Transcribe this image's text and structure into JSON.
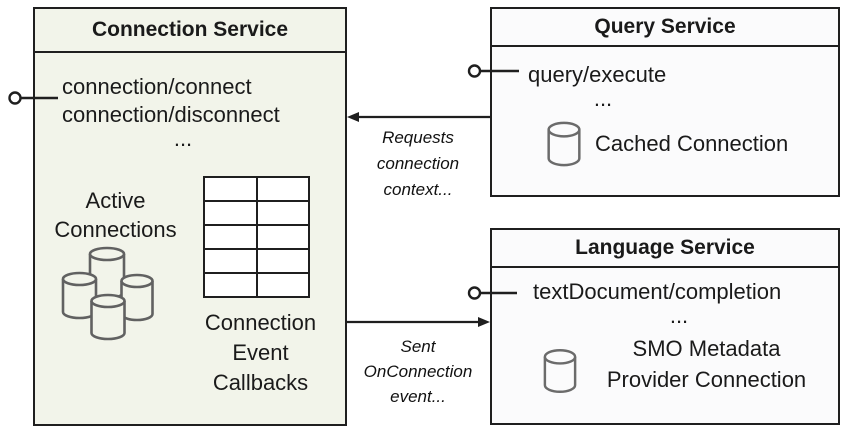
{
  "connection_service": {
    "title": "Connection Service",
    "method_1": "connection/connect",
    "method_2": "connection/disconnect",
    "ellipsis": "...",
    "active_connections_label": "Active Connections",
    "callbacks_label": "Connection Event Callbacks"
  },
  "query_service": {
    "title": "Query Service",
    "method_1": "query/execute",
    "ellipsis": "...",
    "connection_label": "Cached Connection"
  },
  "language_service": {
    "title": "Language Service",
    "method_1": "textDocument/completion",
    "ellipsis": "...",
    "connection_label": "SMO Metadata Provider Connection"
  },
  "connectors": {
    "requests_arrow_label": "Requests connection context...",
    "sent_arrow_label": "Sent OnConnection event..."
  },
  "icons": {
    "active_connections": "database-cluster-icon",
    "cached_connection": "database-icon",
    "metadata_connection": "database-icon",
    "interface_port": "lollipop-connector-icon",
    "callbacks": "table-grid-icon"
  },
  "colors": {
    "connection_service_bg": "#f2f4ea",
    "service_bg": "#fbfbfc",
    "border": "#1f1f1f",
    "cylinder_stroke": "#616161",
    "text": "#1a1a1a"
  }
}
